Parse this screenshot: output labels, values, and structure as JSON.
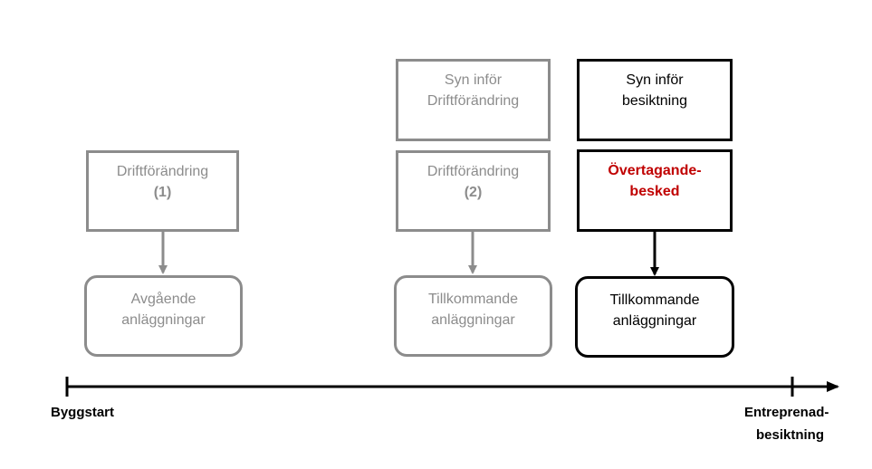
{
  "col1": {
    "change_box": {
      "line1": "Driftförändring",
      "line2": "(1)"
    },
    "facility_box": {
      "line1": "Avgående",
      "line2": "anläggningar"
    }
  },
  "col2": {
    "inspection_box": {
      "line1": "Syn inför",
      "line2": "Driftförändring"
    },
    "change_box": {
      "line1": "Driftförändring",
      "line2": "(2)"
    },
    "facility_box": {
      "line1": "Tillkommande",
      "line2": "anläggningar"
    }
  },
  "col3": {
    "inspection_box": {
      "line1": "Syn inför",
      "line2": "besiktning"
    },
    "handover_box": {
      "line1": "Övertagande-",
      "line2": "besked"
    },
    "facility_box": {
      "line1": "Tillkommande",
      "line2": "anläggningar"
    }
  },
  "timeline": {
    "start_label": "Byggstart",
    "end_label_line1": "Entreprenad-",
    "end_label_line2": "besiktning"
  },
  "colors": {
    "grey": "#8c8c8c",
    "black": "#000000",
    "red": "#c00000"
  }
}
